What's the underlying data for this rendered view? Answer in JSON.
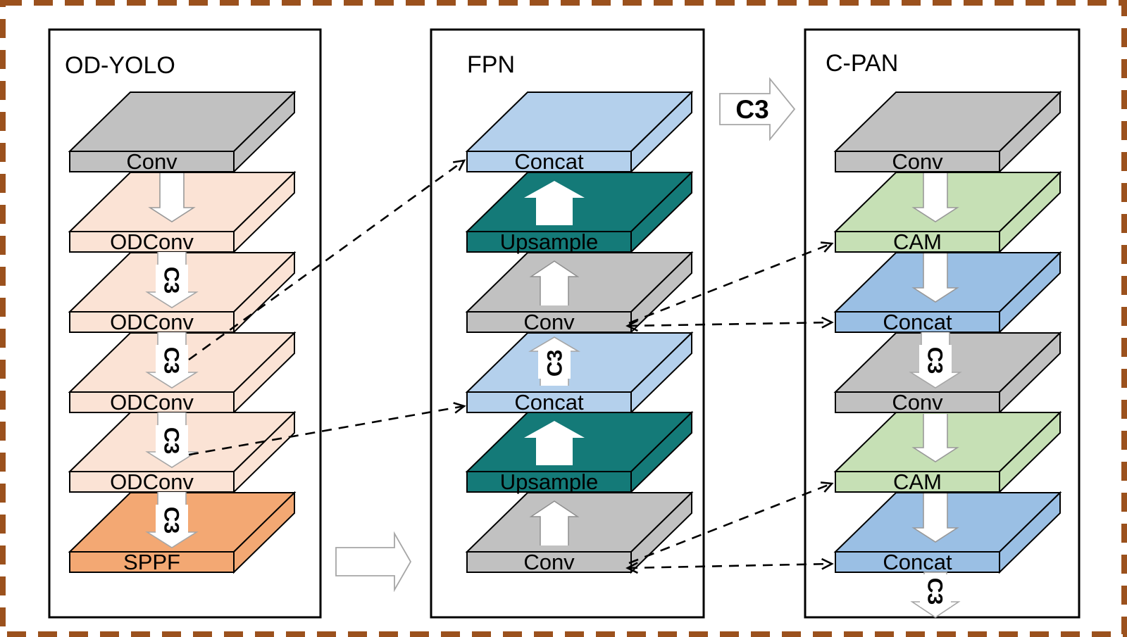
{
  "border_color": "#9b511d",
  "c3": {
    "label": "C3",
    "color": "#7030a0"
  },
  "panels": [
    {
      "id": "od-yolo",
      "title": "OD-YOLO",
      "layers": [
        {
          "label": "Conv",
          "color": "#c1c1c1"
        },
        {
          "label": "ODConv",
          "color": "#fbe3d5"
        },
        {
          "label": "ODConv",
          "color": "#fbe3d5"
        },
        {
          "label": "ODConv",
          "color": "#fbe3d5"
        },
        {
          "label": "ODConv",
          "color": "#fbe3d5"
        },
        {
          "label": "SPPF",
          "color": "#f3a873"
        }
      ],
      "gap_arrows": [
        "plain-down",
        "c3-down",
        "c3-down",
        "c3-down",
        "c3-down"
      ]
    },
    {
      "id": "fpn",
      "title": "FPN",
      "layers": [
        {
          "label": "Concat",
          "color": "#b4d0ec"
        },
        {
          "label": "Upsample",
          "color": "#147a78"
        },
        {
          "label": "Conv",
          "color": "#c1c1c1"
        },
        {
          "label": "Concat",
          "color": "#b4d0ec"
        },
        {
          "label": "Upsample",
          "color": "#147a78"
        },
        {
          "label": "Conv",
          "color": "#c1c1c1"
        }
      ],
      "gap_arrows": [
        "plain-up-wide",
        "plain-up",
        "c3-up",
        "plain-up-wide",
        "plain-up"
      ]
    },
    {
      "id": "c-pan",
      "title": "C-PAN",
      "layers": [
        {
          "label": "Conv",
          "color": "#c1c1c1"
        },
        {
          "label": "CAM",
          "color": "#c6e0b5"
        },
        {
          "label": "Concat",
          "color": "#9abfe4"
        },
        {
          "label": "Conv",
          "color": "#c1c1c1"
        },
        {
          "label": "CAM",
          "color": "#c6e0b5"
        },
        {
          "label": "Concat",
          "color": "#9abfe4"
        }
      ],
      "gap_arrows": [
        "plain-down",
        "plain-down",
        "c3-down",
        "plain-down",
        "plain-down"
      ],
      "tail_arrow": "c3-down"
    }
  ],
  "flow_arrows": [
    {
      "id": "od-yolo-to-fpn",
      "label": ""
    },
    {
      "id": "fpn-to-c-pan",
      "label": "C3"
    }
  ],
  "connections": [
    {
      "from": "od-yolo:c3-gap-2",
      "to": "fpn:concat-0",
      "heads": "end"
    },
    {
      "from": "od-yolo:c3-gap-3",
      "to": "fpn:concat-3",
      "heads": "end"
    },
    {
      "from": "fpn:conv-2",
      "to": "c-pan:cam-1",
      "heads": "end"
    },
    {
      "from": "fpn:conv-2",
      "to": "c-pan:concat-2",
      "heads": "both"
    },
    {
      "from": "fpn:conv-5",
      "to": "c-pan:cam-4",
      "heads": "end"
    },
    {
      "from": "fpn:conv-5",
      "to": "c-pan:concat-5",
      "heads": "both"
    }
  ]
}
